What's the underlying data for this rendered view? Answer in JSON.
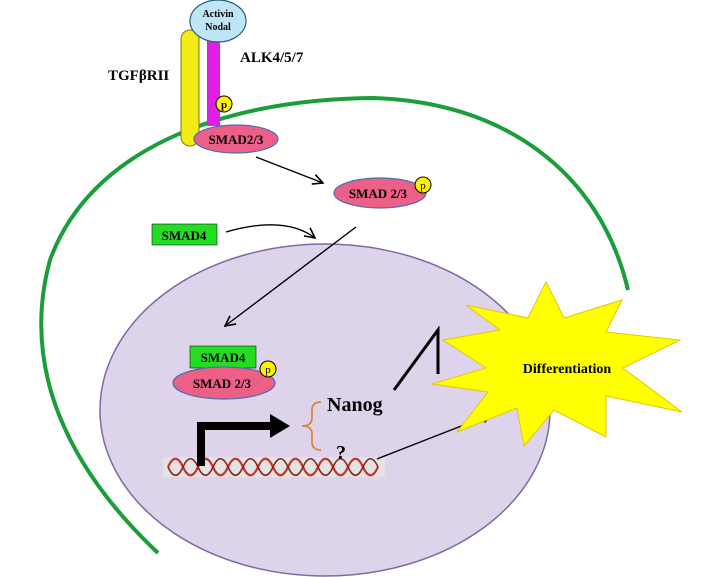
{
  "labels": {
    "ligand_line1": "Activin",
    "ligand_line2": "Nodal",
    "receptor_type2": "TGFβRII",
    "receptor_type1": "ALK4/5/7",
    "phospho": "p",
    "smad23_membrane": "SMAD2/3",
    "smad23_cytoplasm": "SMAD 2/3",
    "smad4_cytoplasm": "SMAD4",
    "smad4_nucleus": "SMAD4",
    "smad23_nucleus": "SMAD 2/3",
    "nanog": "Nanog",
    "unknown_target": "?",
    "differentiation": "Differentiation"
  },
  "colors": {
    "cell_membrane": "#1a9e3a",
    "nucleus_fill": "#ddd4ec",
    "nucleus_stroke": "#7e6aa0",
    "smad23_fill": "#ec5f86",
    "smad23_stroke": "#4a6fb5",
    "smad4_fill": "#22dd22",
    "ligand_fill": "#bfe6f4",
    "tgfbrii_fill": "#f2ec14",
    "alk_fill": "#e11ee6",
    "phospho_fill": "#fff200",
    "burst_fill": "#ffff00",
    "dna_red": "#c0392b",
    "bracket": "#d9893a"
  }
}
